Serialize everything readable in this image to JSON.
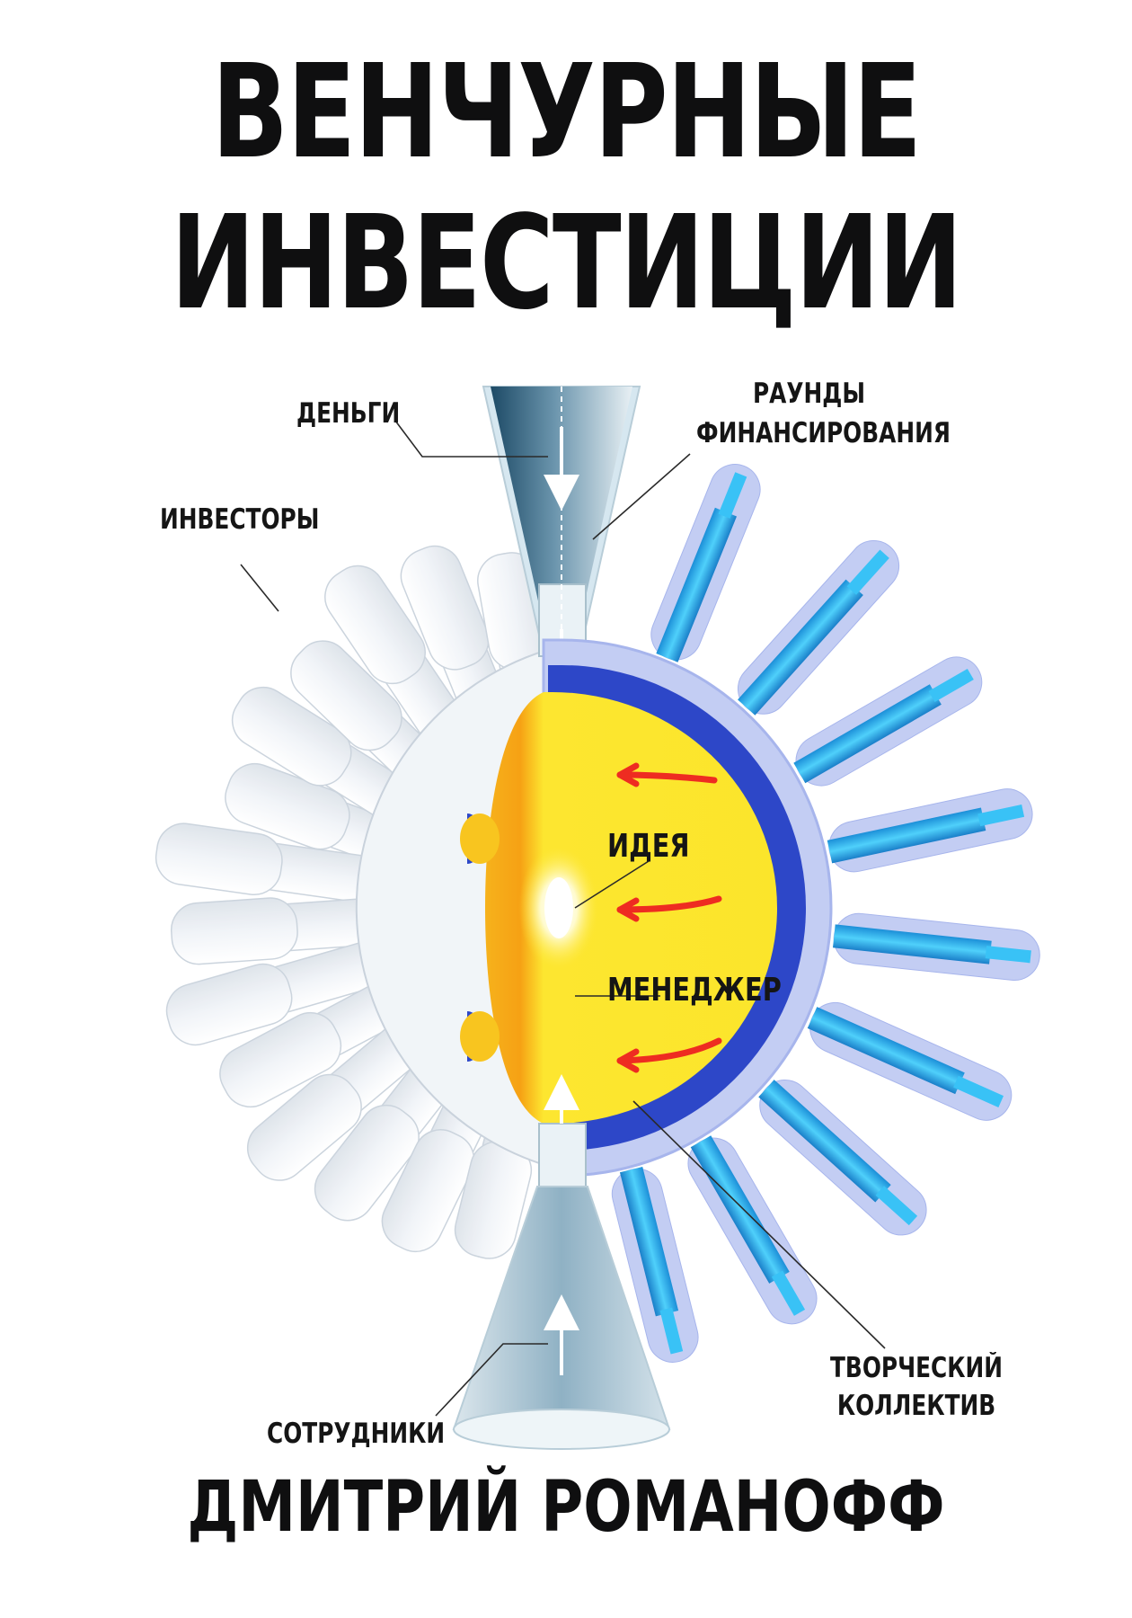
{
  "title": {
    "line1": "ВЕНЧУРНЫЕ",
    "line2": "ИНВЕСТИЦИИ"
  },
  "author": "ДМИТРИЙ РОМАНОФФ",
  "labels": {
    "money": "ДЕНЬГИ",
    "rounds_line1": "РАУНДЫ",
    "rounds_line2": "ФИНАНСИРОВАНИЯ",
    "investors": "ИНВЕСТОРЫ",
    "idea": "ИДЕЯ",
    "manager": "МЕНЕДЖЕР",
    "team_line1": "ТВОРЧЕСКИЙ",
    "team_line2": "КОЛЛЕКТИВ",
    "employees": "СОТРУДНИКИ"
  },
  "colors": {
    "core_yellow": "#fbe32c",
    "core_orange": "#f7a81b",
    "shell_blue": "#2d47c8",
    "shell_light": "#b9c5f2",
    "tube_cyan": "#2fb4ef",
    "arrow_red": "#ee2c21",
    "ink": "#0f0f10"
  }
}
